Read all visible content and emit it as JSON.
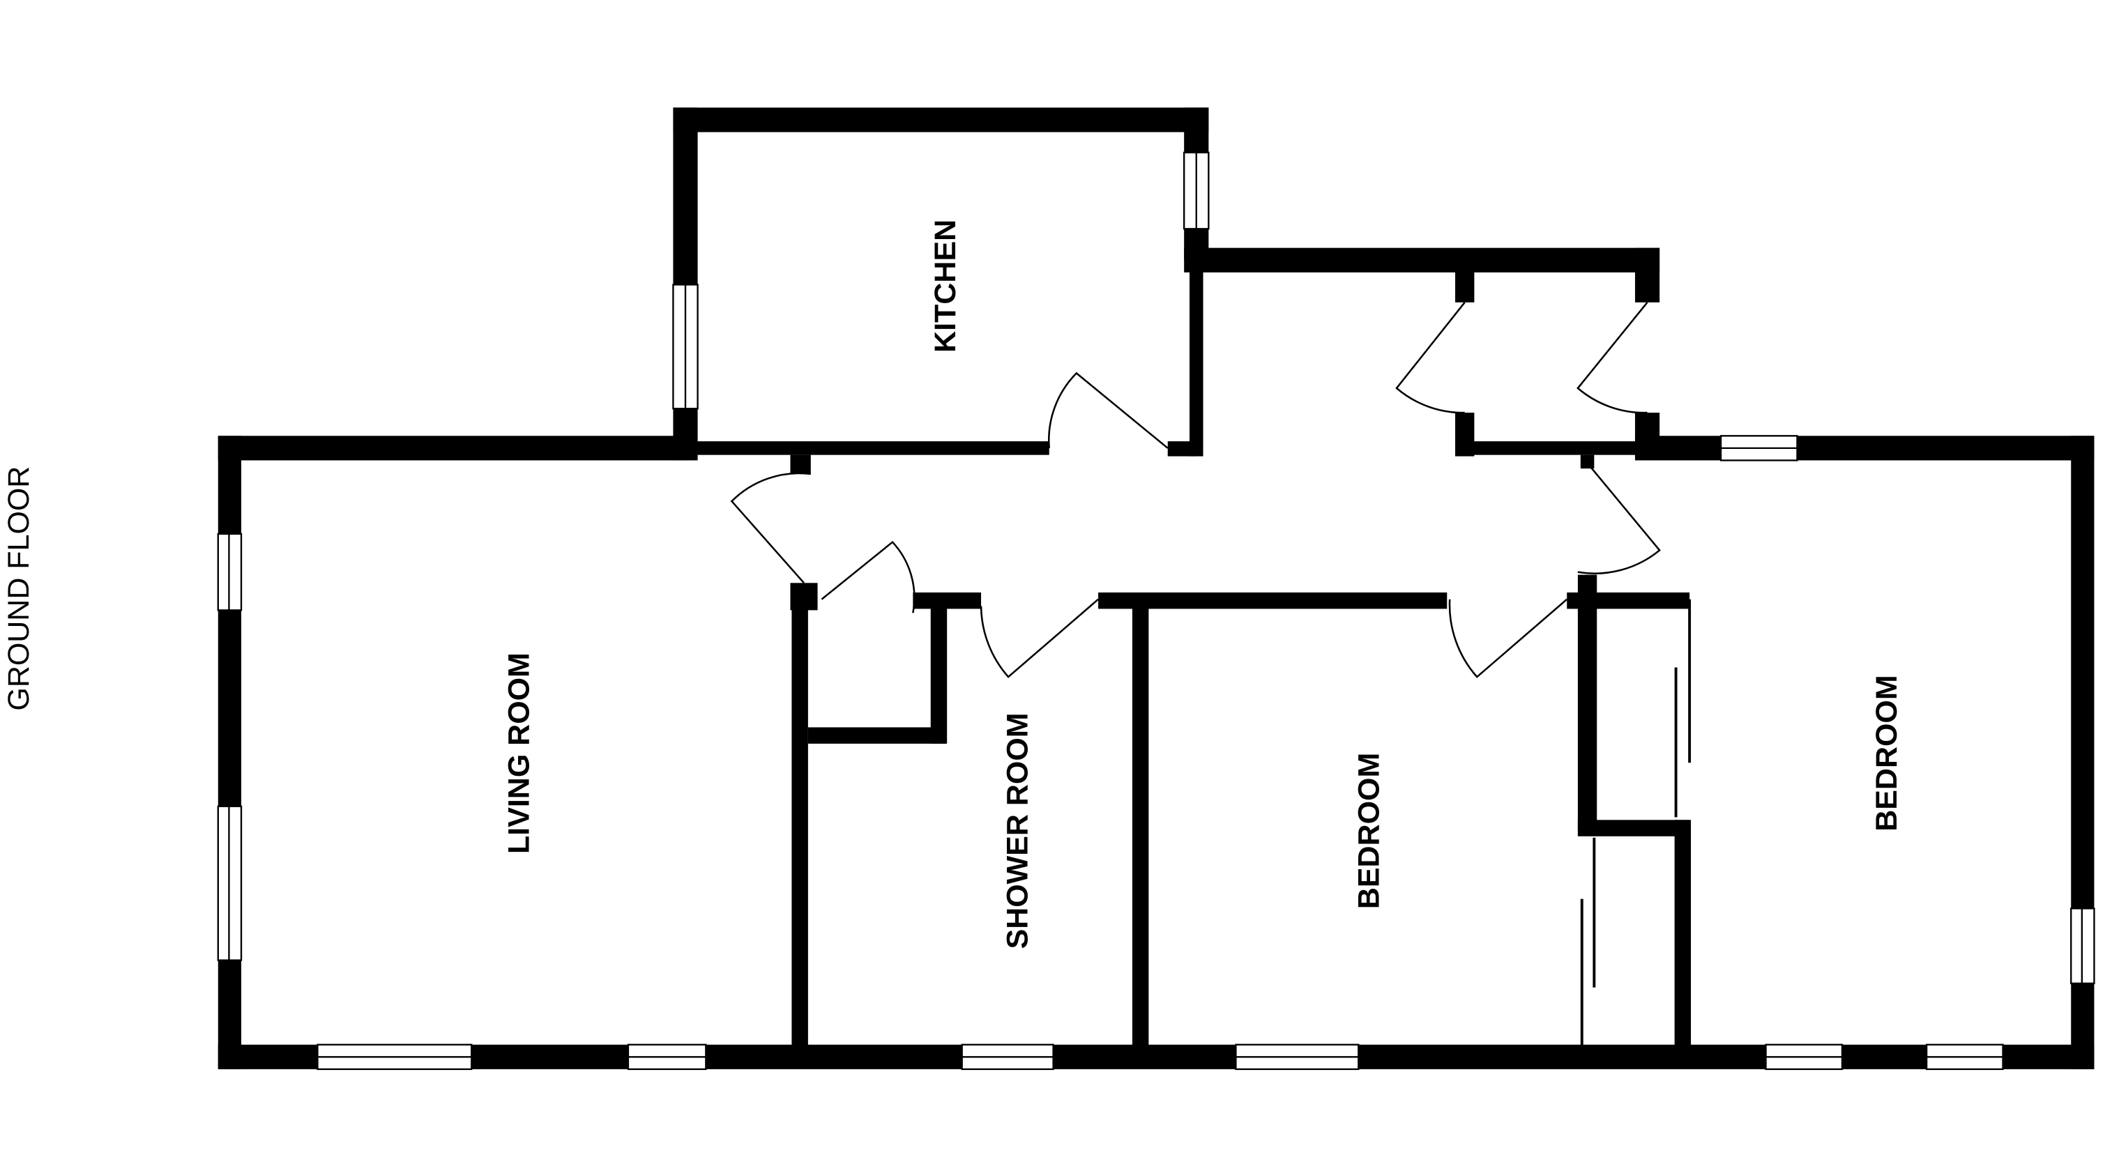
{
  "plan": {
    "floor_label": "GROUND FLOOR",
    "rooms": [
      {
        "name": "KITCHEN"
      },
      {
        "name": "LIVING ROOM"
      },
      {
        "name": "SHOWER ROOM"
      },
      {
        "name": "BEDROOM"
      },
      {
        "name": "BEDROOM"
      }
    ]
  },
  "colors": {
    "wall": "#000000",
    "background": "#ffffff"
  }
}
